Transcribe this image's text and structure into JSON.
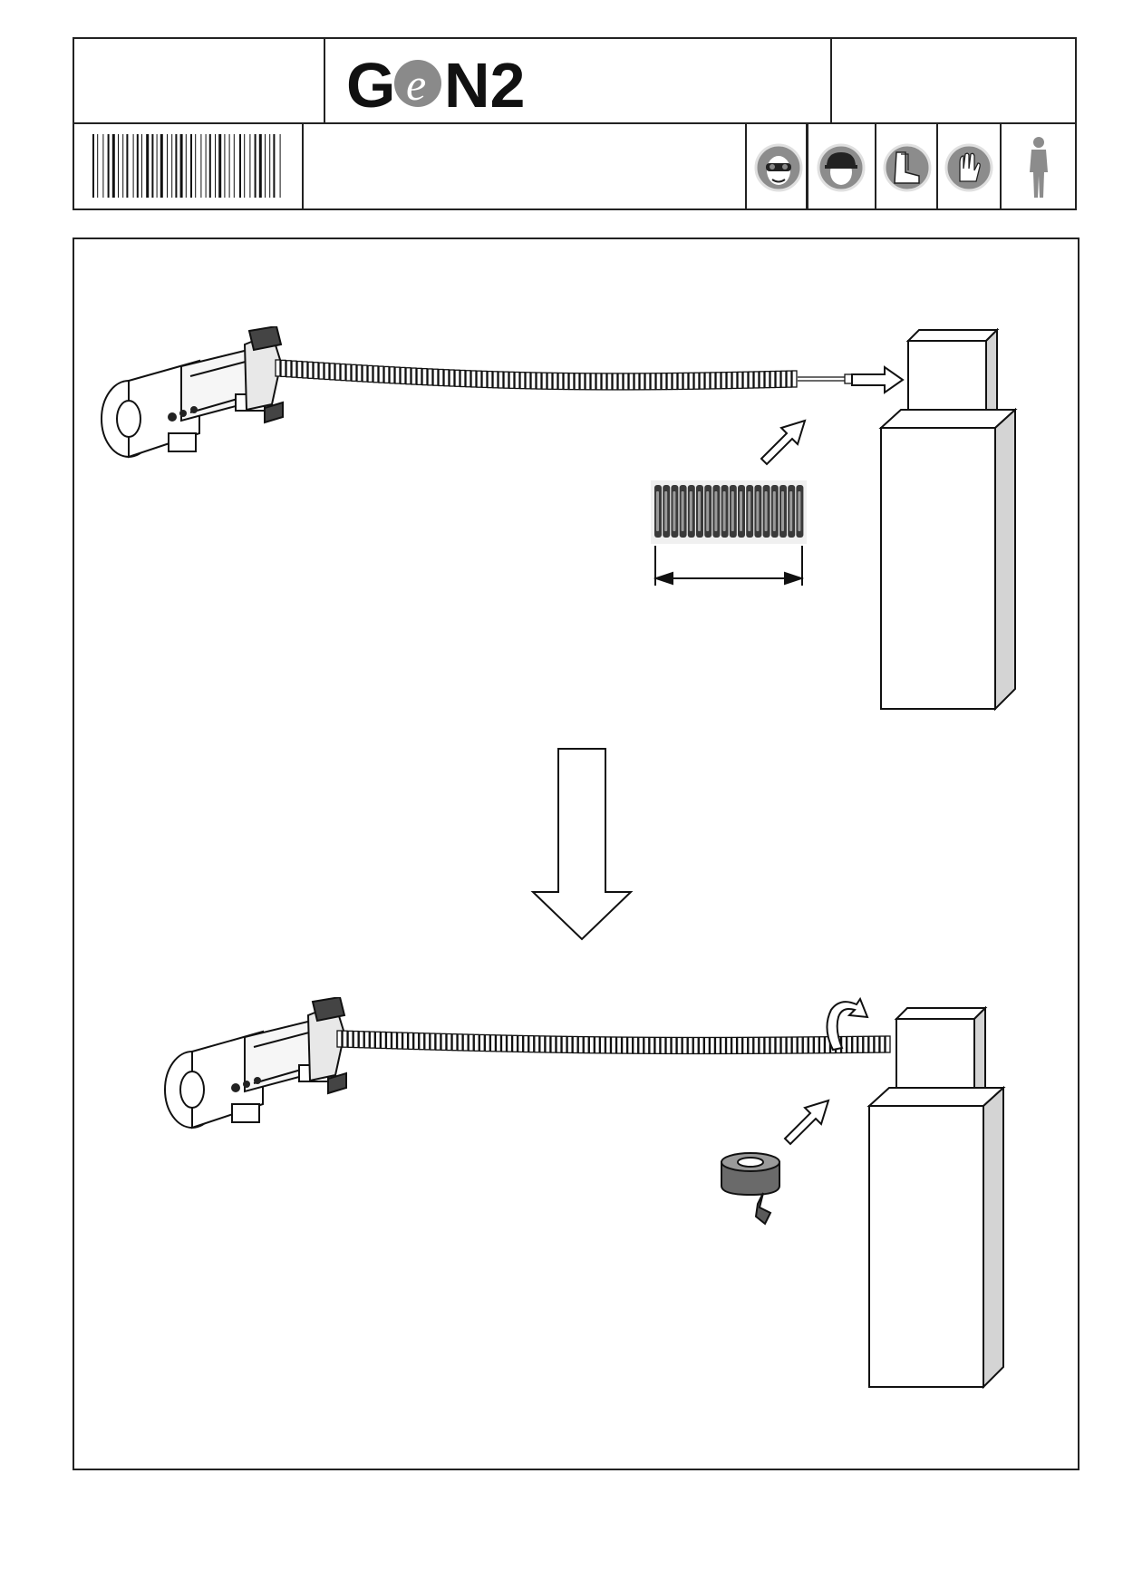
{
  "header": {
    "logo_text": "GeN2",
    "logo_letters": {
      "left": "G",
      "middle": "e",
      "right": "N2"
    },
    "safety_icons": [
      "eye-protection-icon",
      "head-protection-icon",
      "safety-boots-icon",
      "protective-gloves-icon",
      "person-icon"
    ],
    "barcode_icon": "barcode-icon"
  },
  "diagram": {
    "step1": {
      "motor_icon": "motor-unit-icon",
      "conduit_icon": "flexible-conduit-icon",
      "cabinet_icon": "control-cabinet-icon",
      "detail_icon": "conduit-detail-icon",
      "measure_icon": "length-dimension-icon"
    },
    "transition_icon": "down-arrow-icon",
    "step2": {
      "motor_icon": "motor-unit-icon",
      "conduit_icon": "flexible-conduit-icon",
      "cabinet_icon": "control-cabinet-icon",
      "tape_icon": "tape-roll-icon",
      "rotation_icon": "rotation-arrow-icon"
    }
  },
  "colors": {
    "line": "#1a1a1a",
    "icon_grey": "#8c8c8c",
    "shade": "#d4d4d4"
  }
}
